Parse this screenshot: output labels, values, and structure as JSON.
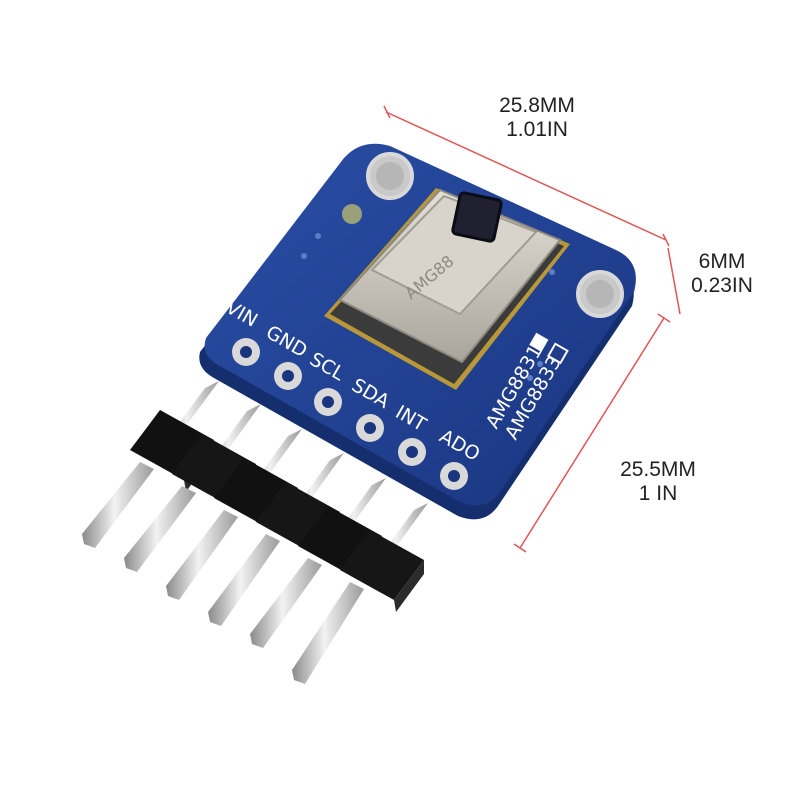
{
  "image_title": "",
  "dimensions": {
    "length": {
      "mm": "25.8MM",
      "inch": "1.01IN"
    },
    "height": {
      "mm": "6MM",
      "inch": "0.23IN"
    },
    "width": {
      "mm": "25.5MM",
      "inch": "1 IN"
    }
  },
  "board": {
    "pin_labels": [
      "VIN",
      "GND",
      "SCL",
      "SDA",
      "INT",
      "ADO"
    ],
    "model_labels": [
      "AMG8831",
      "AMG8833"
    ],
    "sensor_marking": "AMG88",
    "colors": {
      "pcb": "#1f3f8f",
      "pcb_edge": "#152e6e",
      "sensor_can": "#c9c5bc",
      "header": "#111111",
      "pins": "#c8c8c8",
      "dimension_line": "#e05555"
    }
  }
}
